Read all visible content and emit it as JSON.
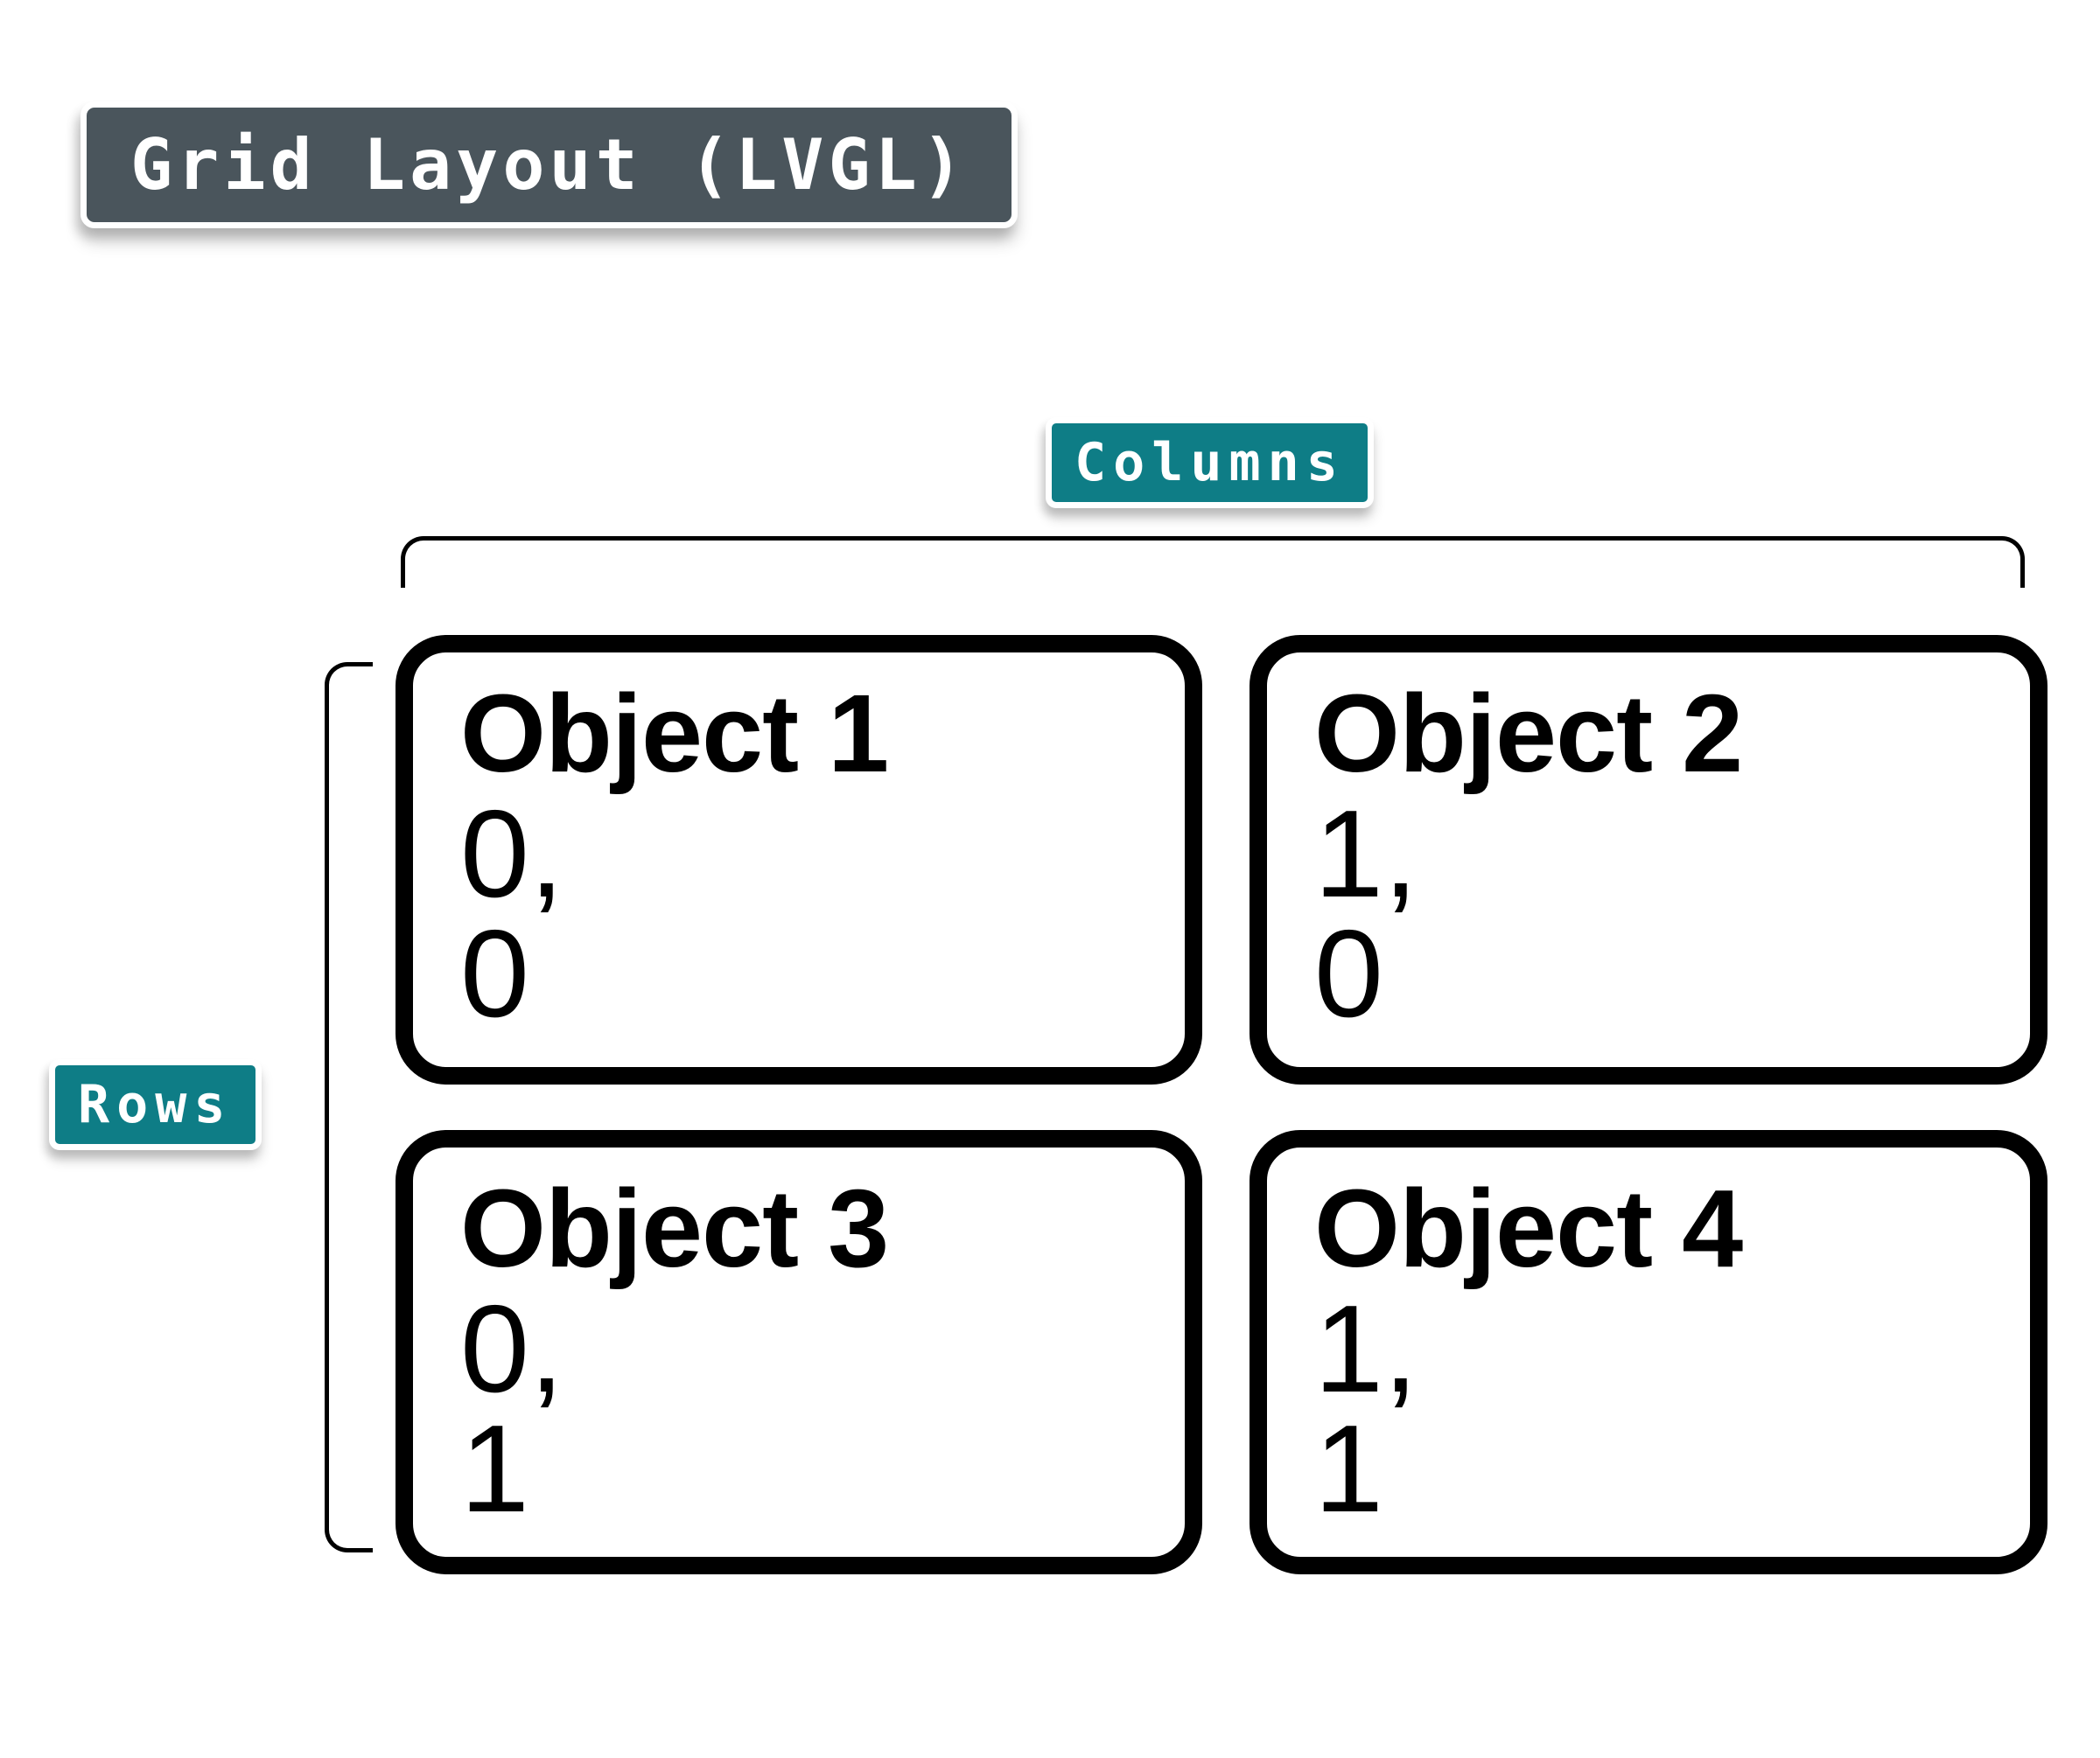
{
  "title_badge": {
    "label": "Grid Layout (LVGL)",
    "bg_color": "#4a555c",
    "text_color": "#ffffff"
  },
  "columns_badge": {
    "label": "Columns",
    "bg_color": "#0e7d86",
    "text_color": "#ffffff"
  },
  "rows_badge": {
    "label": "Rows",
    "bg_color": "#0e7d86",
    "text_color": "#ffffff"
  },
  "colors": {
    "background": "#ffffff",
    "box_border": "#000000",
    "bracket": "#000000",
    "slate": "#4a555c",
    "teal": "#0e7d86"
  },
  "grid": {
    "columns": 2,
    "rows": 2,
    "objects": [
      {
        "name": "Object 1",
        "coords": [
          "0,",
          "0"
        ],
        "column": 0,
        "row": 0
      },
      {
        "name": "Object 2",
        "coords": [
          "1,",
          "0"
        ],
        "column": 1,
        "row": 0
      },
      {
        "name": "Object 3",
        "coords": [
          "0,",
          "1"
        ],
        "column": 0,
        "row": 1
      },
      {
        "name": "Object 4",
        "coords": [
          "1,",
          "1"
        ],
        "column": 1,
        "row": 1
      }
    ]
  }
}
